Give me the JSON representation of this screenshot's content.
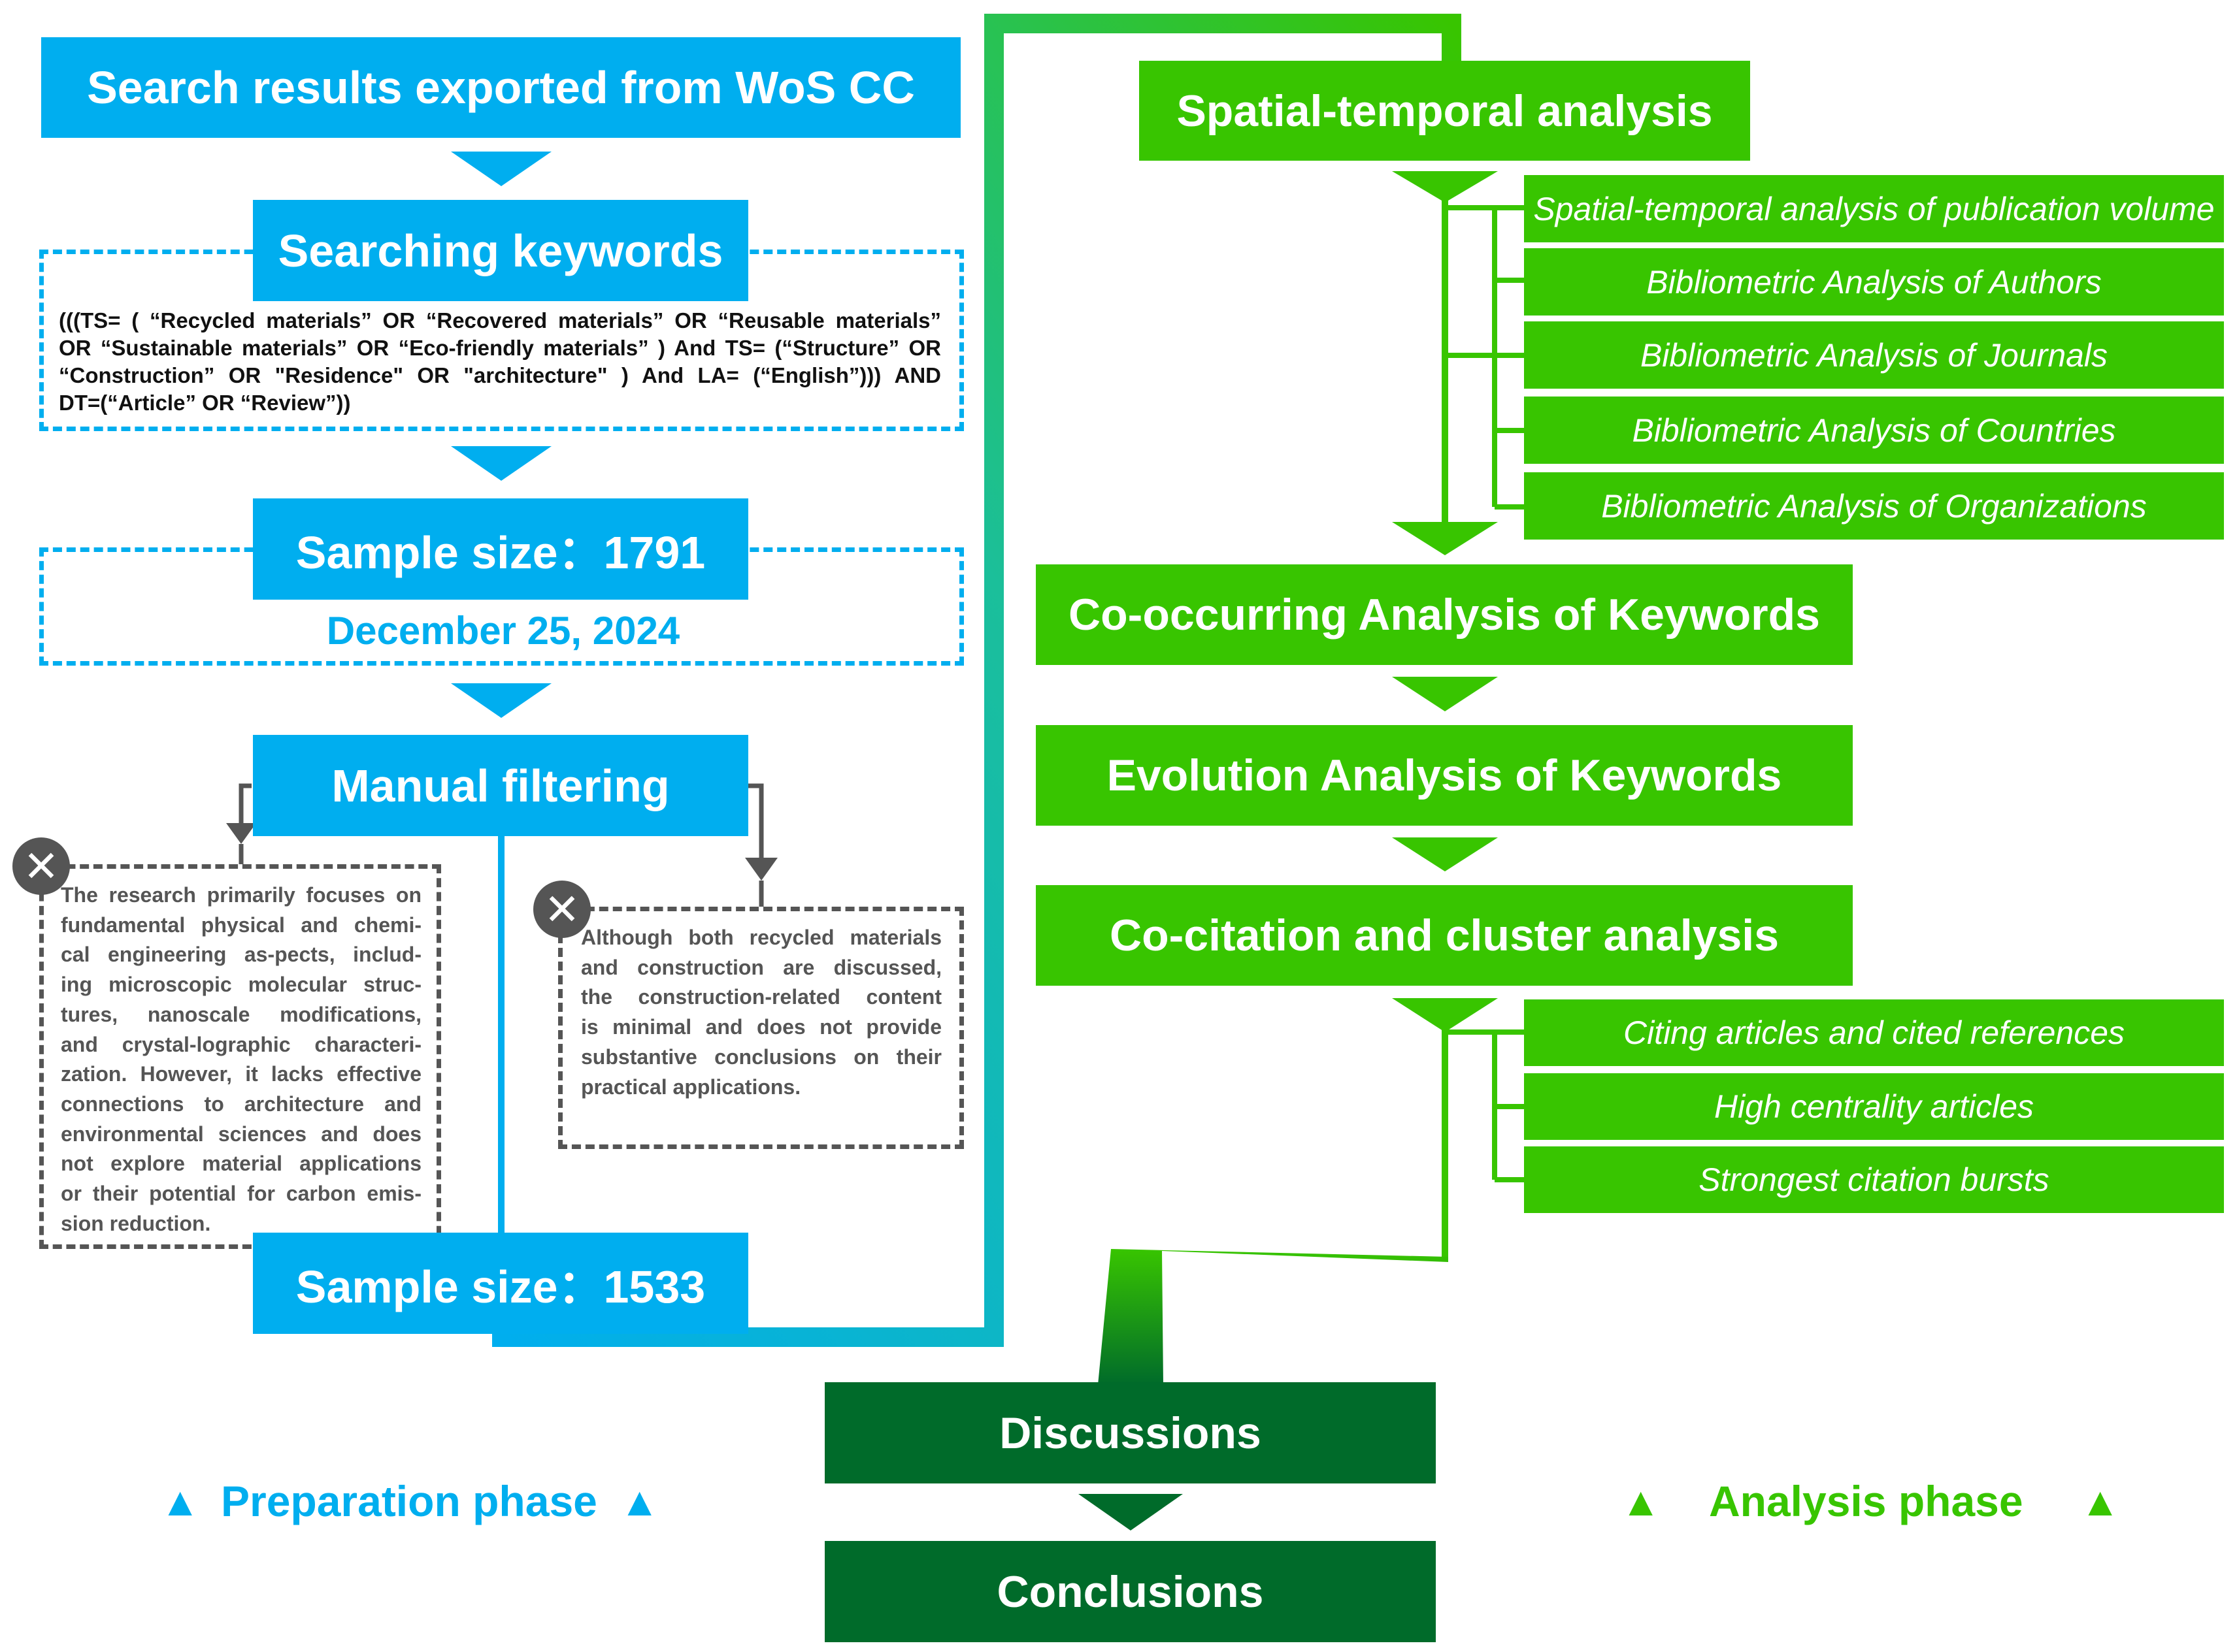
{
  "preparation": {
    "export_title": "Search results exported from WoS CC",
    "keywords_title": "Searching keywords",
    "query_lines": [
      "(((TS= ( “Recycled materials”   OR “Recovered materials” OR “Reusable materials”",
      "OR “Sustainable materials” OR “Eco-friendly materials” ) And TS= (“Structure”  OR",
      "“Construction”  OR \"Residence\"  OR  \"architecture\"  ) And  LA= (“English”)))   AND",
      "DT=(“Article” OR “Review”))"
    ],
    "sample1": "Sample size：1791",
    "date": "December 25, 2024",
    "filter_title": "Manual filtering",
    "exclusion_left_lines": [
      "The research primarily focuses on",
      "fundamental physical and chemi-",
      "cal engineering as-pects, includ-",
      "ing microscopic molecular struc-",
      "tures,  nanoscale  modifications,",
      "and  crystal-lographic characteri-",
      "zation. However, it lacks effective",
      "connections  to  architecture  and",
      "environmental sciences and does",
      "not  explore  material applications",
      "or their potential for carbon emis-",
      "sion reduction."
    ],
    "exclusion_right_lines": [
      "Although both recycled materials",
      "and  construction  are  discussed,",
      "the  construction-related  content",
      "is  minimal  and  does  not  provide",
      "substantive conclusions on their",
      "practical applications."
    ],
    "exclude_icon": "close-icon",
    "sample2": "Sample size：1533",
    "phase_label": "Preparation phase",
    "phase_marker": "▲"
  },
  "analysis": {
    "spatial_title": "Spatial-temporal analysis",
    "spatial_items": [
      "Spatial-temporal analysis of publication volume",
      "Bibliometric Analysis of Authors",
      "Bibliometric Analysis of Journals",
      "Bibliometric Analysis of Countries",
      "Bibliometric Analysis of Organizations"
    ],
    "cooccurring_title": "Co-occurring Analysis of Keywords",
    "evolution_title": "Evolution Analysis of Keywords",
    "cocitation_title": "Co-citation and cluster analysis",
    "cocitation_items": [
      "Citing articles and cited references",
      "High centrality articles",
      "Strongest citation bursts"
    ],
    "discussions": "Discussions",
    "conclusions": "Conclusions",
    "phase_label": "Analysis phase",
    "phase_marker": "▲"
  },
  "colors": {
    "blue": "#00aeef",
    "green": "#38c500",
    "dark_green": "#006b2a",
    "grey": "#555555"
  }
}
